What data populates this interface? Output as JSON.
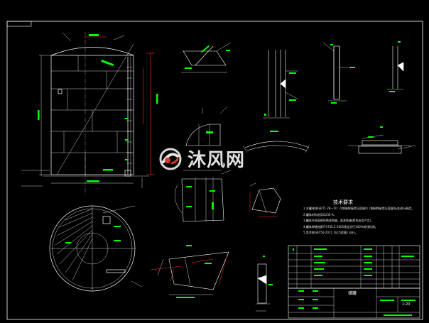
{
  "drawing": {
    "tech_title": "技术要求",
    "notes": [
      "1.本罐体按GB/T1 2B—50 《《钢制焊接常压容器》》(钢制焊接常压容器)标准进行制造。",
      "2.罐体材料选用Q235-A。",
      "3.罐体外表面刷防锈漆两遍，面漆两遍(颜色由用户定)。",
      "4.罐体焊缝按JB/T4730.2-2005规定进行100%射线检测。",
      "5.其余按GB150-2011《压力容器》执行。"
    ],
    "title_block_text": "储罐",
    "sheet_info": "1:20"
  },
  "watermark": {
    "text": "沐风网",
    "logo": "mufeng-logo-icon"
  },
  "colors": {
    "background": "#000000",
    "line": "#ffffff",
    "dimension": "#ff2a2a",
    "annotation": "#00ff00",
    "accent_cyan": "#00ffff",
    "accent_yellow": "#ffff00"
  }
}
